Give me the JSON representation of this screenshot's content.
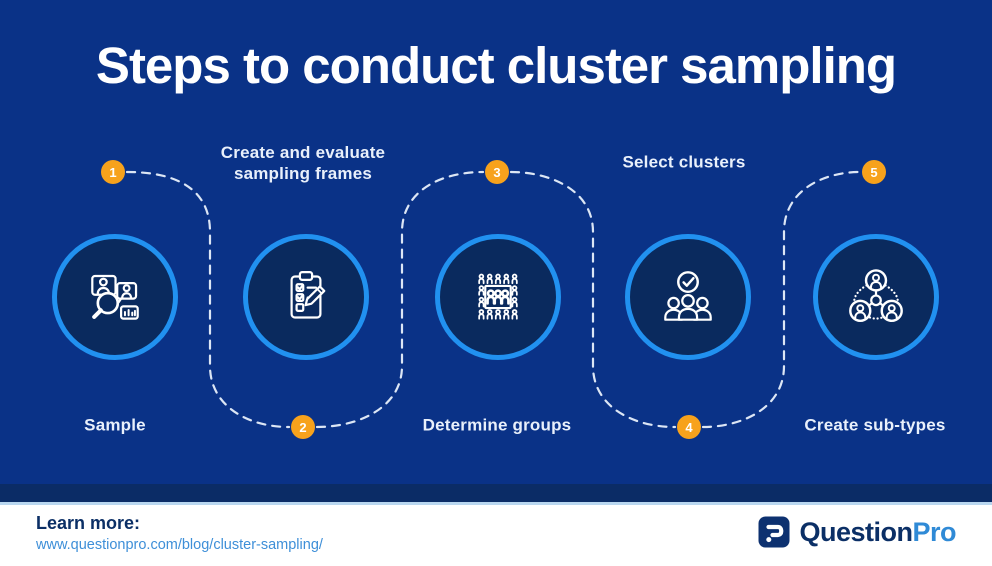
{
  "title": "Steps to conduct cluster sampling",
  "steps": [
    {
      "number": "1",
      "label": "Sample",
      "icon": "people-search-magnifier-icon",
      "label_position": "bottom",
      "number_position": "top"
    },
    {
      "number": "2",
      "label": "Create and evaluate sampling frames",
      "icon": "clipboard-checklist-pencil-icon",
      "label_position": "top",
      "number_position": "bottom"
    },
    {
      "number": "3",
      "label": "Determine groups",
      "icon": "people-grid-selection-icon",
      "label_position": "bottom",
      "number_position": "top"
    },
    {
      "number": "4",
      "label": "Select clusters",
      "icon": "group-checkmark-icon",
      "label_position": "top",
      "number_position": "bottom"
    },
    {
      "number": "5",
      "label": "Create sub-types",
      "icon": "people-network-subtypes-icon",
      "label_position": "bottom",
      "number_position": "top"
    }
  ],
  "footer": {
    "learn_more_label": "Learn more:",
    "url_text": "www.questionpro.com/blog/cluster-sampling/",
    "brand_primary": "Question",
    "brand_secondary": "Pro",
    "brand_icon": "questionpro-question-mark-icon"
  },
  "colors": {
    "background": "#0a3287",
    "circle_fill": "#0a2a5e",
    "circle_ring": "#2191f0",
    "badge_orange": "#f7a21c",
    "title_text": "#ffffff",
    "label_text": "#e9f0fb",
    "footer_bar_navy": "#0b2c66",
    "footer_hairline": "#b9d7f0",
    "url_blue": "#3e8fd8",
    "brand_navy": "#0b2f66",
    "brand_blue": "#2f8ad6"
  }
}
